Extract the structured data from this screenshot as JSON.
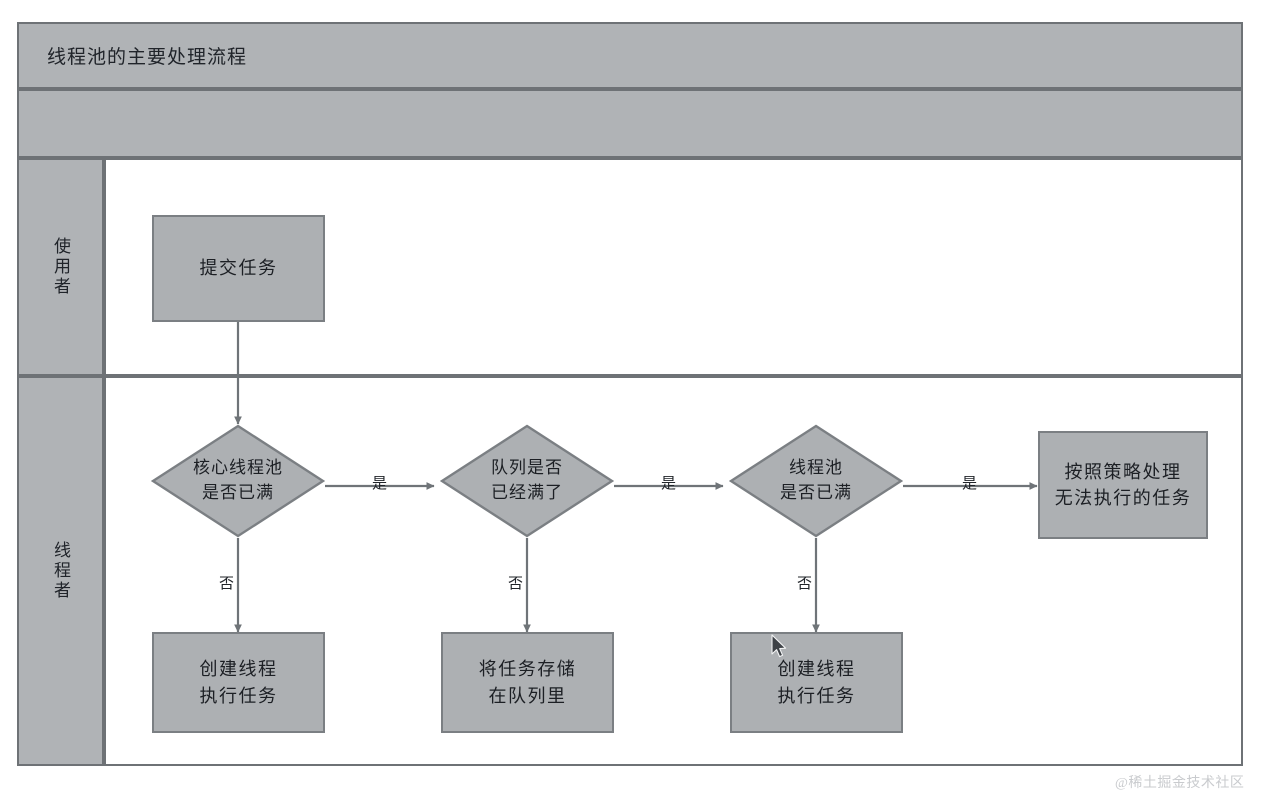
{
  "diagram": {
    "title": "线程池的主要处理流程",
    "type": "swimlane-flowchart",
    "lanes": [
      {
        "id": "lane-user",
        "label": "使用者"
      },
      {
        "id": "lane-thread",
        "label": "线程者"
      }
    ],
    "nodes": [
      {
        "id": "n1",
        "shape": "process",
        "lane": "lane-user",
        "lines": [
          "提交任务"
        ]
      },
      {
        "id": "d1",
        "shape": "decision",
        "lane": "lane-thread",
        "lines": [
          "核心线程池",
          "是否已满"
        ]
      },
      {
        "id": "d2",
        "shape": "decision",
        "lane": "lane-thread",
        "lines": [
          "队列是否",
          "已经满了"
        ]
      },
      {
        "id": "d3",
        "shape": "decision",
        "lane": "lane-thread",
        "lines": [
          "线程池",
          "是否已满"
        ]
      },
      {
        "id": "n2",
        "shape": "process",
        "lane": "lane-thread",
        "lines": [
          "按照策略处理",
          "无法执行的任务"
        ]
      },
      {
        "id": "n3",
        "shape": "process",
        "lane": "lane-thread",
        "lines": [
          "创建线程",
          "执行任务"
        ]
      },
      {
        "id": "n4",
        "shape": "process",
        "lane": "lane-thread",
        "lines": [
          "将任务存储",
          "在队列里"
        ]
      },
      {
        "id": "n5",
        "shape": "process",
        "lane": "lane-thread",
        "lines": [
          "创建线程",
          "执行任务"
        ]
      }
    ],
    "edges": [
      {
        "from": "n1",
        "to": "d1",
        "label": ""
      },
      {
        "from": "d1",
        "to": "d2",
        "label": "是"
      },
      {
        "from": "d2",
        "to": "d3",
        "label": "是"
      },
      {
        "from": "d3",
        "to": "n2",
        "label": "是"
      },
      {
        "from": "d1",
        "to": "n3",
        "label": "否"
      },
      {
        "from": "d2",
        "to": "n4",
        "label": "否"
      },
      {
        "from": "d3",
        "to": "n5",
        "label": "否"
      }
    ],
    "colors": {
      "shape_fill": "#adb0b3",
      "shape_stroke": "#7b7f83",
      "band_fill": "#b0b3b6",
      "frame_stroke": "#6e7276",
      "connector": "#6f7478",
      "text": "#1c1f24",
      "canvas": "#ffffff"
    }
  },
  "watermark": {
    "text": "@稀土掘金技术社区"
  },
  "labels": {
    "yes1": "是",
    "yes2": "是",
    "yes3": "是",
    "no1": "否",
    "no2": "否",
    "no3": "否"
  }
}
